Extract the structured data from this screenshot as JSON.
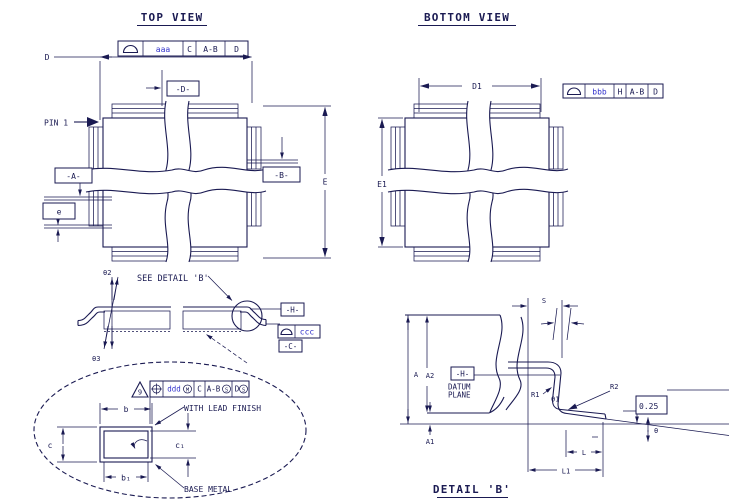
{
  "colors": {
    "line": "#1a1a52",
    "tolerance_code": "#3333cc",
    "background": "#ffffff"
  },
  "top_view": {
    "title": "TOP VIEW",
    "fcf": {
      "symbol": "profile-of-line",
      "tolerance": "aaa",
      "ref1": "C",
      "ref2": "A-B",
      "ref3": "D"
    },
    "dim_d": "D",
    "datum_d": "-D-",
    "pin1": "PIN 1",
    "datum_a": "-A-",
    "pitch": "e",
    "datum_b": "-B-",
    "dim_e": "E"
  },
  "bottom_view": {
    "title": "BOTTOM VIEW",
    "dim_d1": "D1",
    "fcf": {
      "symbol": "profile-of-line",
      "tolerance": "bbb",
      "ref1": "H",
      "ref2": "A-B",
      "ref3": "D"
    },
    "dim_e1": "E1"
  },
  "side_view": {
    "theta2": "θ2",
    "theta3": "θ3",
    "callout": "SEE DETAIL 'B'",
    "datum_h": "-H-",
    "fcf": {
      "symbol": "profile-of-line",
      "tolerance": "ccc"
    },
    "datum_c": "-C-"
  },
  "lead_section": {
    "note": "9",
    "fcf": {
      "symbol": "position",
      "tolerance": "ddd",
      "modifier1": "M",
      "ref1": "C",
      "ref2": "A-B",
      "modifier2": "S",
      "ref3": "D",
      "modifier3": "S"
    },
    "with_lead_finish": "WITH LEAD FINISH",
    "base_metal": "BASE METAL",
    "dim_b": "b",
    "dim_b1": "b₁",
    "dim_c": "c",
    "dim_c1": "c₁"
  },
  "detail_b": {
    "title": "DETAIL 'B'",
    "dim_a": "A",
    "dim_a1": "A1",
    "dim_a2": "A2",
    "dim_s": "S",
    "datum_h": "-H-",
    "datum_plane_line1": "DATUM",
    "datum_plane_line2": "PLANE",
    "r1": "R1",
    "r2": "R2",
    "theta1": "θ1",
    "theta": "θ",
    "dim_l": "L",
    "dim_l1": "L1",
    "gauge": "0.25"
  }
}
